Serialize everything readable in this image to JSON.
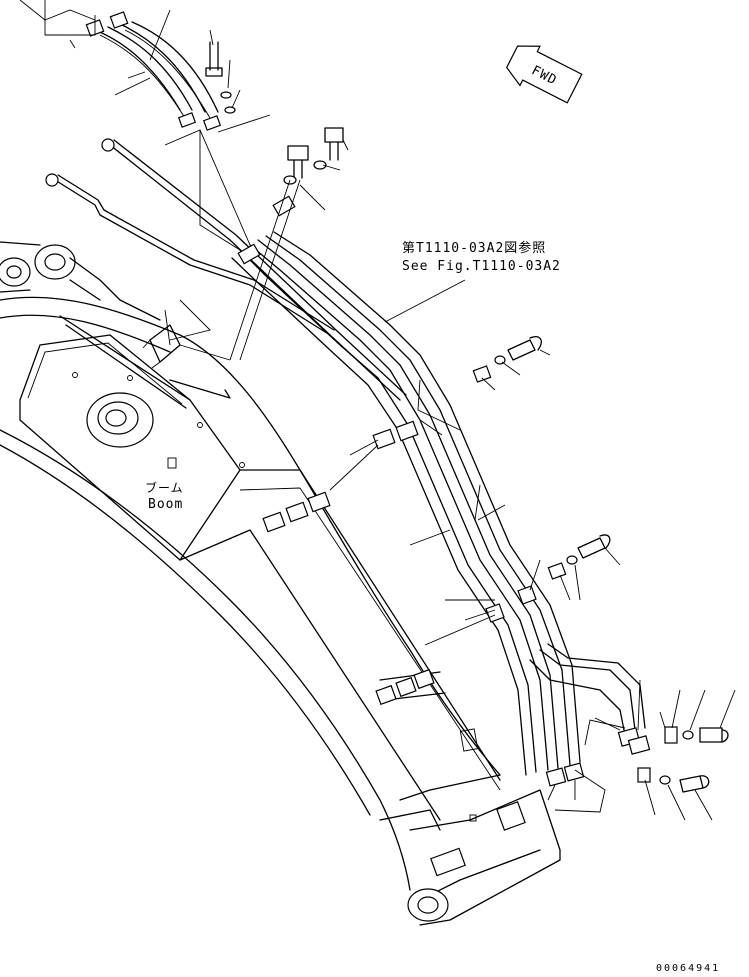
{
  "reference": {
    "jp": "第T1110-03A2図参照",
    "en": "See Fig.T1110-03A2"
  },
  "boom_label": {
    "jp": "ブーム",
    "en": "Boom"
  },
  "fwd_label": "FWD",
  "drawing_code": "00064941"
}
